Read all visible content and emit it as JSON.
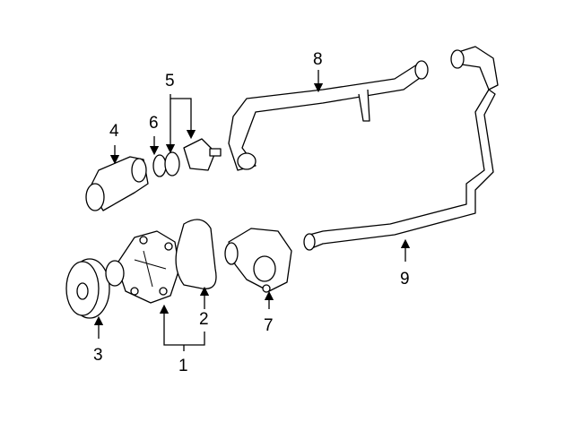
{
  "callouts": {
    "c1": "1",
    "c2": "2",
    "c3": "3",
    "c4": "4",
    "c5": "5",
    "c6": "6",
    "c7": "7",
    "c8": "8",
    "c9": "9"
  },
  "colors": {
    "line": "#000000",
    "background": "#ffffff"
  }
}
